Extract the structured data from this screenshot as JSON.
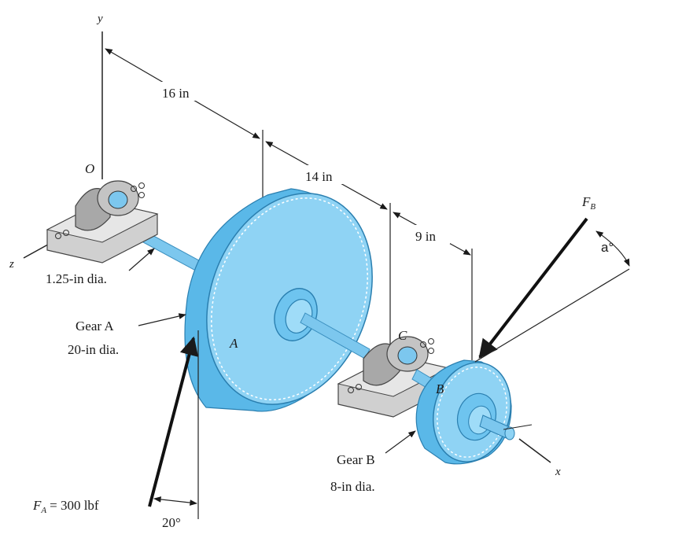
{
  "axes": {
    "y": "y",
    "z": "z",
    "x": "x",
    "origin": "O"
  },
  "dimensions": {
    "d1": "16 in",
    "d2": "14 in",
    "d3": "9 in"
  },
  "shaft": {
    "diameter": "1.25-in dia."
  },
  "gear_a": {
    "name": "Gear A",
    "diameter": "20-in dia.",
    "face_label": "A"
  },
  "gear_b": {
    "name": "Gear B",
    "diameter": "8-in dia.",
    "face_label": "B"
  },
  "bearing_c": {
    "label": "C"
  },
  "forces": {
    "fa_symbol": "F",
    "fa_sub": "A",
    "fa_value": "= 300 lbf",
    "fa_angle": "20°",
    "fb_symbol": "F",
    "fb_sub": "B",
    "fb_angle": "a°"
  },
  "colors": {
    "gear_fill": "#8fd3f4",
    "gear_side": "#5ab8e8",
    "shaft": "#7cc7ee",
    "bearing": "#b8b8b8"
  }
}
